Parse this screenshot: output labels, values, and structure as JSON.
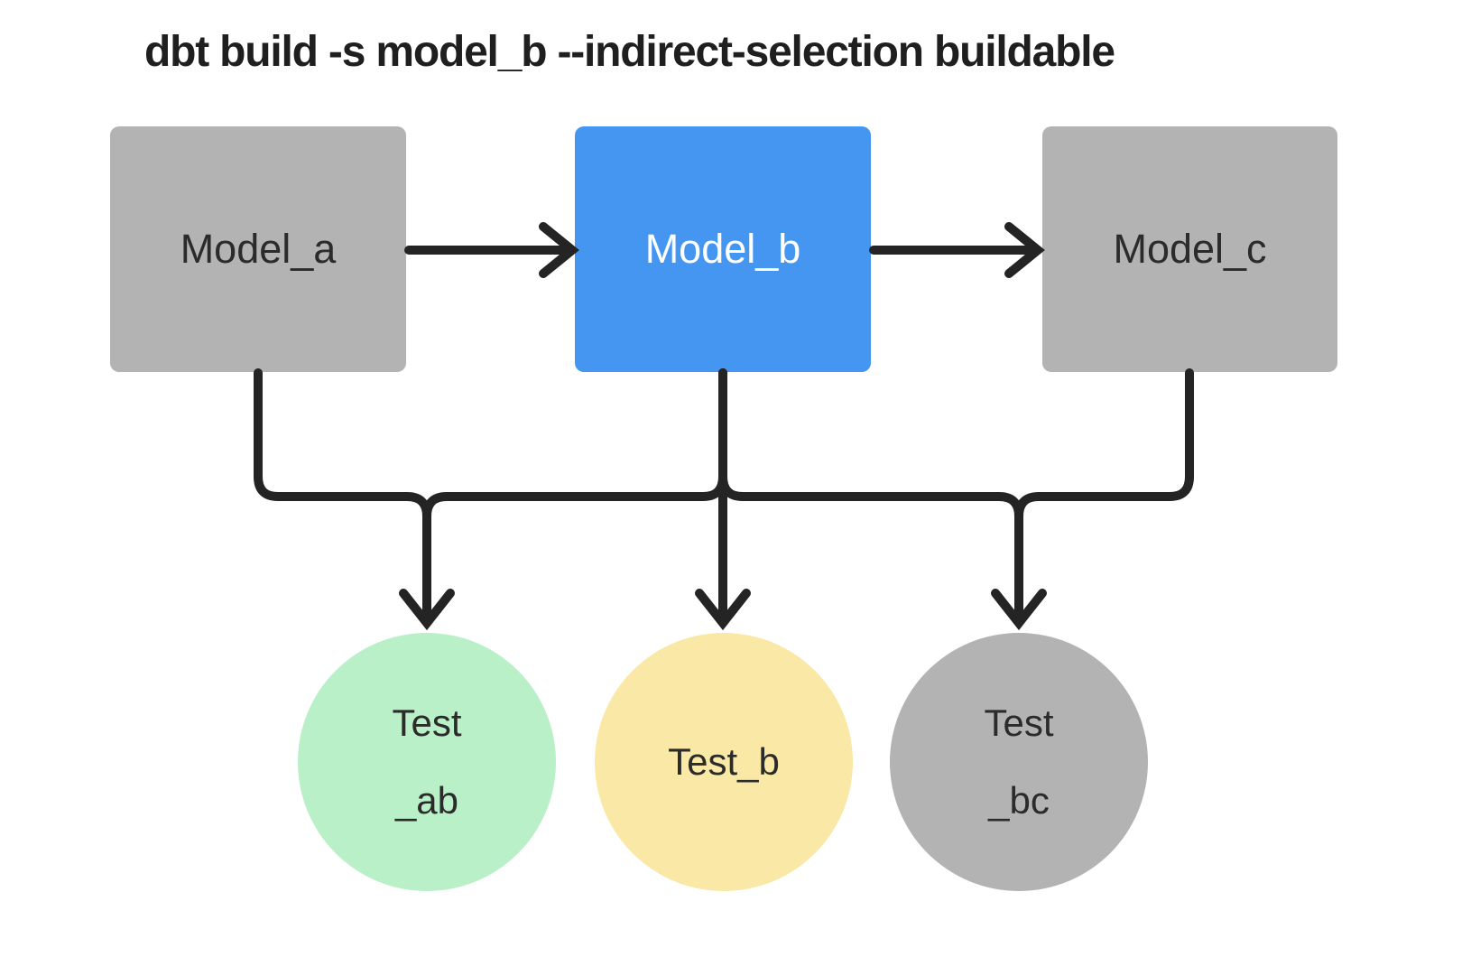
{
  "title": "dbt build -s model_b --indirect-selection buildable",
  "colors": {
    "background": "#ffffff",
    "title-text": "#1f1f1f",
    "node-text": "#2b2b2b",
    "text-light": "#ffffff",
    "model-default": "#b3b3b3",
    "model-selected": "#4596f1",
    "test-ab": "#b9f0c8",
    "test-b": "#fae8a6",
    "test-bc": "#b3b3b3",
    "arrow": "#242424"
  },
  "models": [
    {
      "id": "model_a",
      "label": "Model_a",
      "state": "indirectly-selected"
    },
    {
      "id": "model_b",
      "label": "Model_b",
      "state": "selected"
    },
    {
      "id": "model_c",
      "label": "Model_c",
      "state": "indirectly-selected"
    }
  ],
  "tests": [
    {
      "id": "test_ab",
      "label_line1": "Test",
      "label_line2": "_ab"
    },
    {
      "id": "test_b",
      "label_line1": "Test_b",
      "label_line2": ""
    },
    {
      "id": "test_bc",
      "label_line1": "Test",
      "label_line2": "_bc"
    }
  ]
}
